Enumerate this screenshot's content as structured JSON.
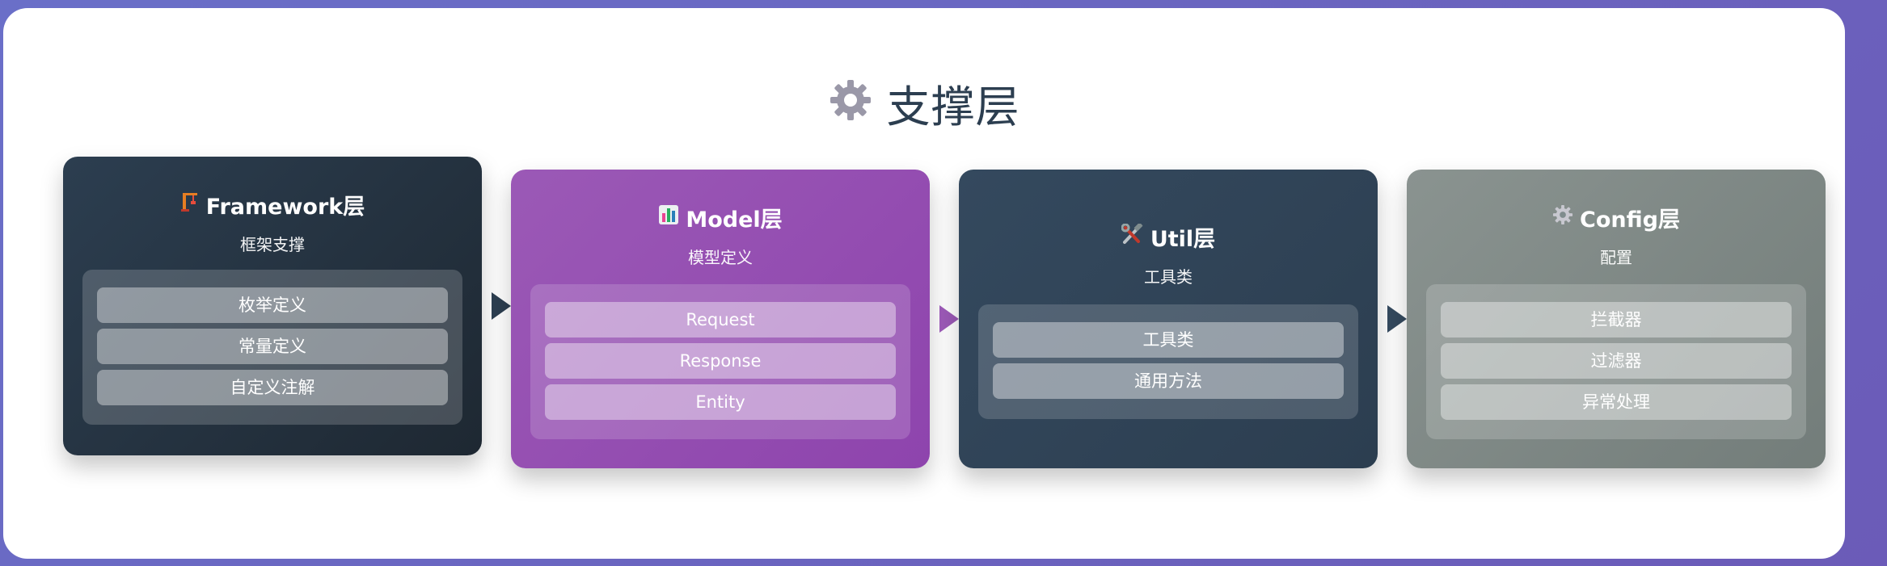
{
  "title": "支撑层",
  "cards": [
    {
      "title": "Framework层",
      "subtitle": "框架支撑",
      "items": [
        "枚举定义",
        "常量定义",
        "自定义注解"
      ]
    },
    {
      "title": "Model层",
      "subtitle": "模型定义",
      "items": [
        "Request",
        "Response",
        "Entity"
      ]
    },
    {
      "title": "Util层",
      "subtitle": "工具类",
      "items": [
        "工具类",
        "通用方法"
      ]
    },
    {
      "title": "Config层",
      "subtitle": "配置",
      "items": [
        "拦截器",
        "过滤器",
        "异常处理"
      ]
    }
  ],
  "icons": {
    "title": "gear-icon",
    "framework": "construction-crane-icon",
    "model": "bar-chart-icon",
    "util": "hammer-wrench-icon",
    "config": "gear-icon"
  },
  "colors": {
    "framework": "#2c3e50",
    "model": "#9b59b6",
    "util": "#34495e",
    "config": "#7f8c8d"
  }
}
